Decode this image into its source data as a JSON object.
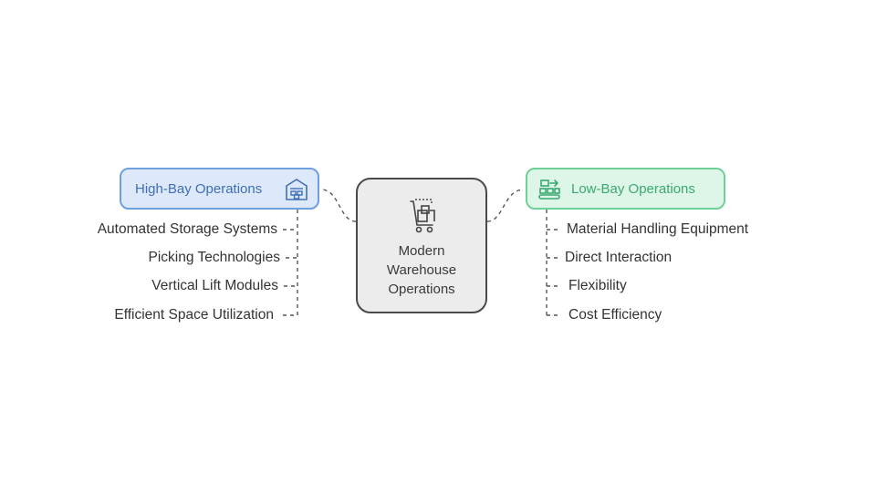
{
  "center": {
    "label": "Modern Warehouse Operations",
    "icon": "warehouse-cart-icon"
  },
  "left_branch": {
    "label": "High-Bay Operations",
    "icon": "warehouse-icon",
    "color": "#3e6fb5",
    "items": [
      "Automated Storage Systems",
      "Picking Technologies",
      "Vertical Lift Modules",
      "Efficient Space Utilization"
    ]
  },
  "right_branch": {
    "label": "Low-Bay Operations",
    "icon": "conveyor-icon",
    "color": "#3aa870",
    "items": [
      "Material Handling Equipment",
      "Direct Interaction",
      "Flexibility",
      "Cost Efficiency"
    ]
  }
}
